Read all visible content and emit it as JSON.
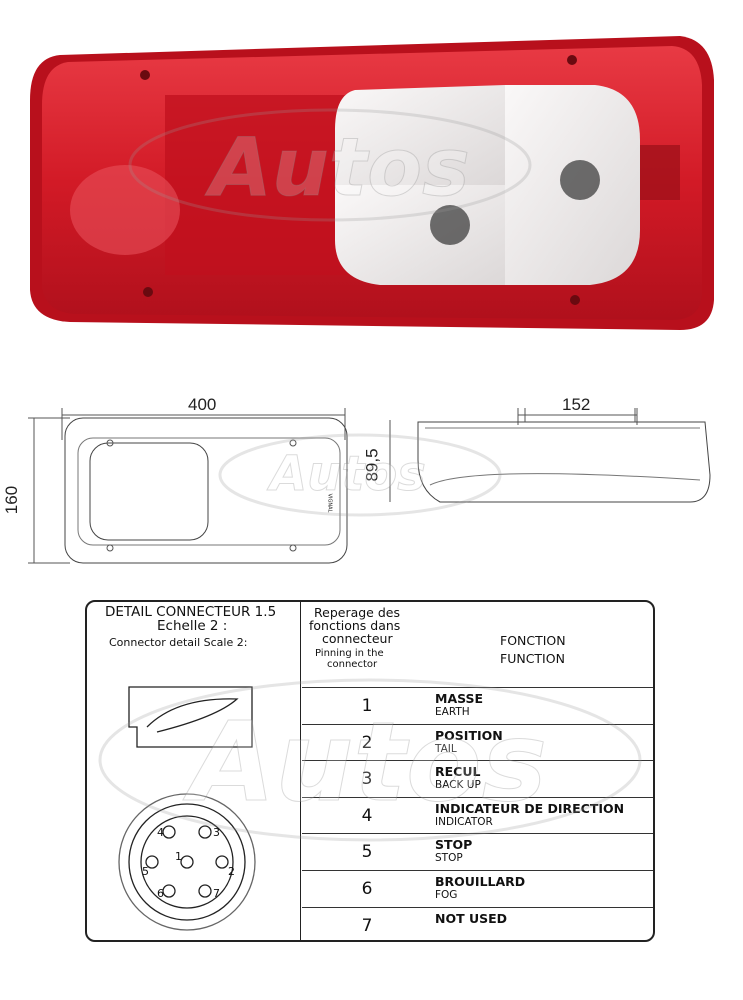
{
  "watermark": "Autos",
  "colors": {
    "lamp_red": "#d8202c",
    "lamp_dark_red": "#a8101c",
    "lens_white": "#f2f0ef"
  },
  "dimensions": {
    "length": "400",
    "height": "160",
    "depth_top": "152",
    "depth_side": "89,5"
  },
  "front_view_label": "VIGNAL",
  "connector_detail": {
    "title": "DETAIL CONNECTEUR 1.5",
    "scale_fr": "Echelle 2 :",
    "scale_en": "Connector detail Scale 2:",
    "pin_labels": [
      "1",
      "2",
      "3",
      "4",
      "5",
      "6",
      "7"
    ]
  },
  "table": {
    "pin_header_fr": [
      "Reperage des",
      "fonctions dans",
      "connecteur"
    ],
    "pin_header_en": [
      "Pinning in the",
      "connector"
    ],
    "function_header_fr": "FONCTION",
    "function_header_en": "FUNCTION",
    "rows": [
      {
        "pin": "1",
        "fr": "MASSE",
        "en": "EARTH"
      },
      {
        "pin": "2",
        "fr": "POSITION",
        "en": "TAIL"
      },
      {
        "pin": "3",
        "fr": "RECUL",
        "en": "BACK UP"
      },
      {
        "pin": "4",
        "fr": "INDICATEUR DE DIRECTION",
        "en": "INDICATOR"
      },
      {
        "pin": "5",
        "fr": "STOP",
        "en": "STOP"
      },
      {
        "pin": "6",
        "fr": "BROUILLARD",
        "en": "FOG"
      },
      {
        "pin": "7",
        "fr": "NOT USED",
        "en": ""
      }
    ]
  }
}
